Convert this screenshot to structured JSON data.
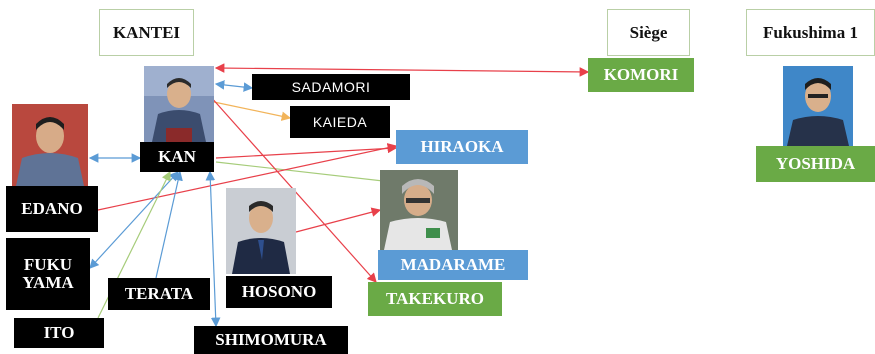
{
  "headers": {
    "kantei": "KANTEI",
    "siege": "Siège",
    "fukushima": "Fukushima 1"
  },
  "people": {
    "kan": "KAN",
    "edano": "EDANO",
    "fukuyama_line1": "FUKU",
    "fukuyama_line2": "YAMA",
    "ito": "ITO",
    "terata": "TERATA",
    "hosono": "HOSONO",
    "shimomura": "SHIMOMURA",
    "sadamori": "SADAMORI",
    "kaieda": "KAIEDA",
    "hiraoka": "HIRAOKA",
    "madarame": "MADARAME",
    "takekuro": "TAKEKURO",
    "komori": "KOMORI",
    "yoshida": "YOSHIDA"
  },
  "colors": {
    "blue_box": "#5b9bd5",
    "green_box": "#6aaa46",
    "line_red": "#e8404a",
    "line_blue": "#5b9bd5",
    "line_green": "#a6cc7a",
    "line_orange": "#f2b45a"
  }
}
